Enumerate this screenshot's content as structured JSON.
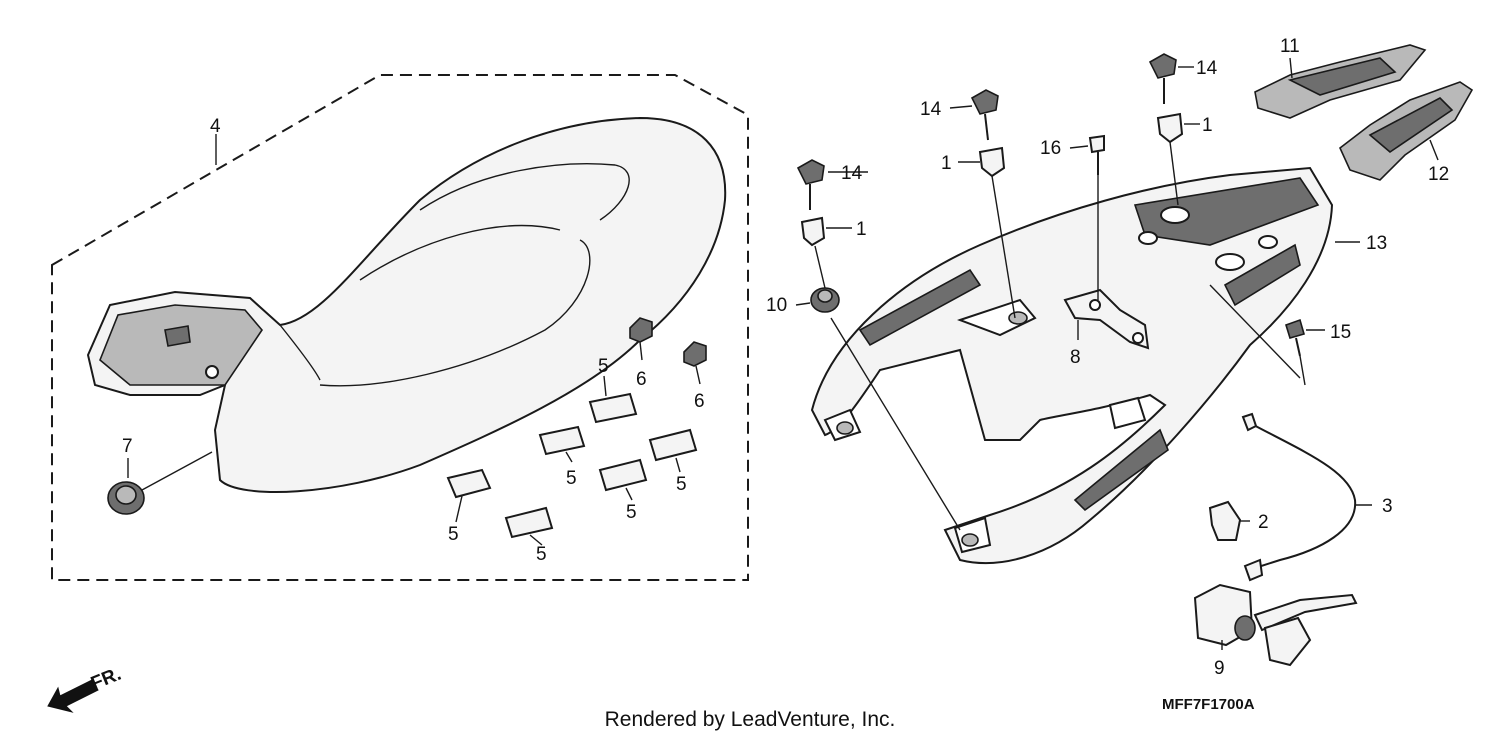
{
  "callouts": {
    "c1a": "1",
    "c1b": "1",
    "c1c": "1",
    "c2": "2",
    "c3": "3",
    "c4": "4",
    "c5a": "5",
    "c5b": "5",
    "c5c": "5",
    "c5d": "5",
    "c5e": "5",
    "c5f": "5",
    "c6a": "6",
    "c6b": "6",
    "c7": "7",
    "c8": "8",
    "c9": "9",
    "c10": "10",
    "c11": "11",
    "c12": "12",
    "c13": "13",
    "c14a": "14",
    "c14b": "14",
    "c14c": "14",
    "c15": "15",
    "c16": "16"
  },
  "direction_label": "FR.",
  "diagram_code": "MFF7F1700A",
  "footer_text": "Rendered by LeadVenture, Inc."
}
